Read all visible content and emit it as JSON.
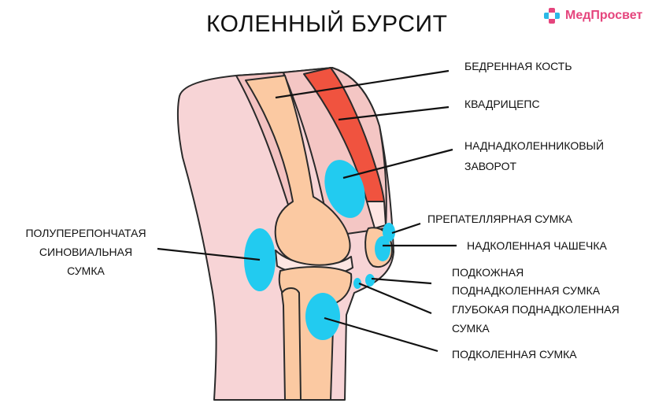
{
  "title": "КОЛЕННЫЙ БУРСИТ",
  "logo": {
    "text": "МедПросвет",
    "icon": "medical-cross-icon"
  },
  "colors": {
    "skin": "#f7d4d6",
    "bone": "#fbc9a2",
    "quadriceps": "#f0533f",
    "bursa": "#22cbf0",
    "tissue": "#f4c6c4",
    "cartilage": "#fde6e3"
  },
  "labels": {
    "femur": "БЕДРЕННАЯ КОСТЬ",
    "quadriceps": "КВАДРИЦЕПС",
    "suprapatellar_1": "НАДНАДКОЛЕННИКОВЫЙ",
    "suprapatellar_2": "ЗАВОРОТ",
    "prepatellar": "ПРЕПАТЕЛЛЯРНАЯ СУМКА",
    "patella": "НАДКОЛЕННАЯ ЧАШЕЧКА",
    "subcutaneous_1": "ПОДКОЖНАЯ",
    "subcutaneous_2": "ПОДНАДКОЛЕННАЯ СУМКА",
    "deep_1": "ГЛУБОКАЯ ПОДНАДКОЛЕННАЯ",
    "deep_2": "СУМКА",
    "popliteal": "ПОДКОЛЕННАЯ СУМКА",
    "semimembranosus_1": "ПОЛУПЕРЕПОНЧАТАЯ",
    "semimembranosus_2": "СИНОВИАЛЬНАЯ",
    "semimembranosus_3": "СУМКА"
  }
}
